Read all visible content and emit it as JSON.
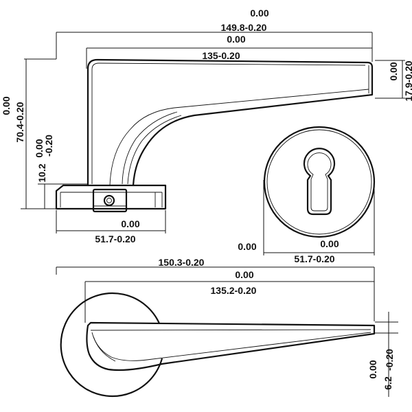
{
  "colors": {
    "line": "#111111",
    "background": "#ffffff"
  },
  "dimensions": {
    "side_view": {
      "overall_length_upper": "0.00",
      "overall_length_lower": "149.8-0.20",
      "lever_length_upper": "0.00",
      "lever_length_lower": "135-0.20",
      "lever_thickness_upper": "0.00",
      "lever_thickness_lower": "17.9-0.20",
      "height_upper": "0.00",
      "height_lower": "70.4-0.20",
      "rose_height_upper": "0.00",
      "rose_height_tol": "-0.20",
      "rose_height_value": "10.2",
      "rose_width_upper": "0.00",
      "rose_width_lower": "51.7-0.20"
    },
    "escutcheon": {
      "diameter_left_upper": "0.00",
      "diameter_upper": "0.00",
      "diameter_lower": "51.7-0.20"
    },
    "top_view": {
      "overall_length_lower": "150.3-0.20",
      "lever_length_upper": "0.00",
      "lever_length_lower": "135.2-0.20",
      "tip_width_upper": "0.00",
      "tip_width_tol": "-0.20",
      "tip_width_value": "6.2"
    }
  }
}
